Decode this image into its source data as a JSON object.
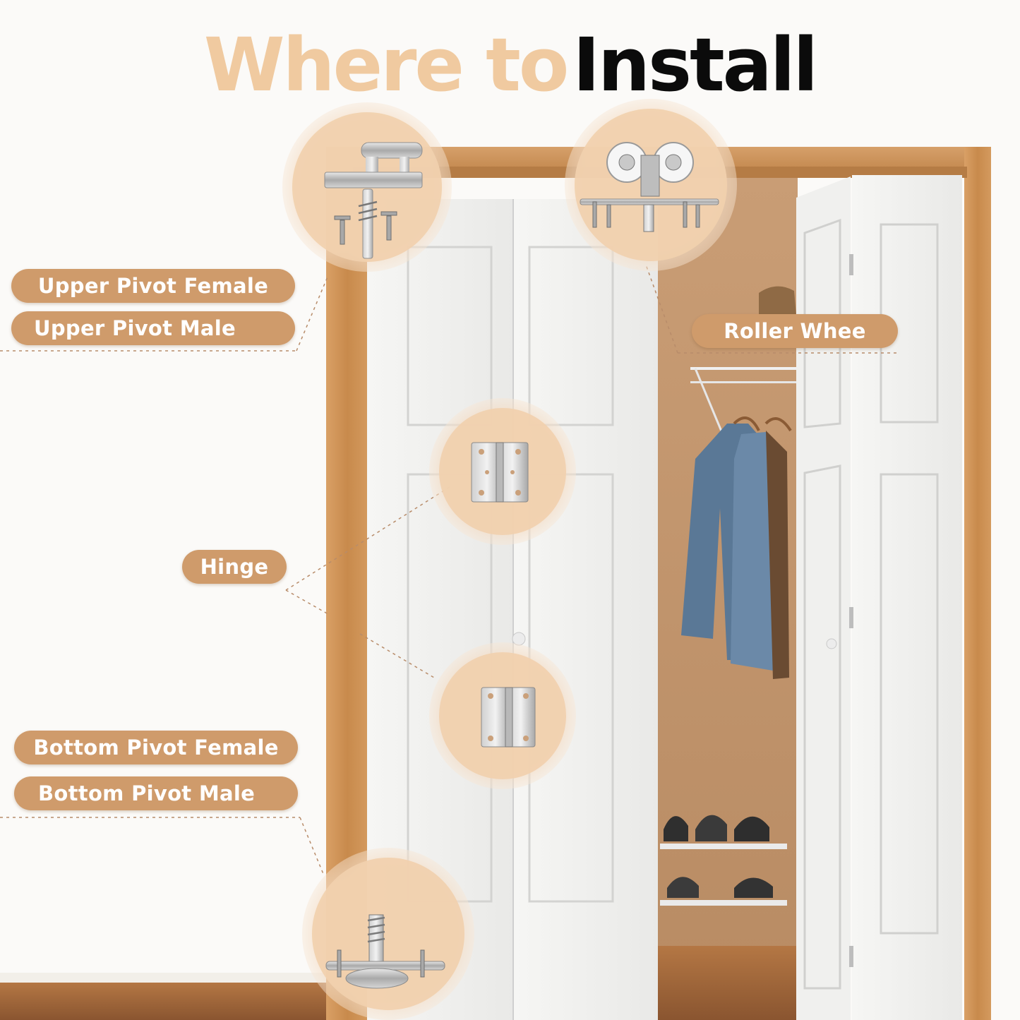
{
  "title": {
    "part1": "Where to",
    "part2": "Install"
  },
  "labels": {
    "upper_pivot_female": "Upper Pivot Female",
    "upper_pivot_male": "Upper Pivot Male",
    "roller_wheel": "Roller Whee",
    "hinge": "Hinge",
    "bottom_pivot_female": "Bottom Pivot Female",
    "bottom_pivot_male": "Bottom Pivot Male"
  },
  "colors": {
    "accent": "#cf9b6b",
    "title_light": "#f0caa0",
    "title_dark": "#0b0b0b",
    "door_frame": "#c98a4e",
    "door": "#f4f4f2",
    "closet_wall": "#c9a07a"
  },
  "icons": [
    "upper-pivot-icon",
    "roller-wheel-icon",
    "hinge-icon",
    "bottom-pivot-icon"
  ]
}
